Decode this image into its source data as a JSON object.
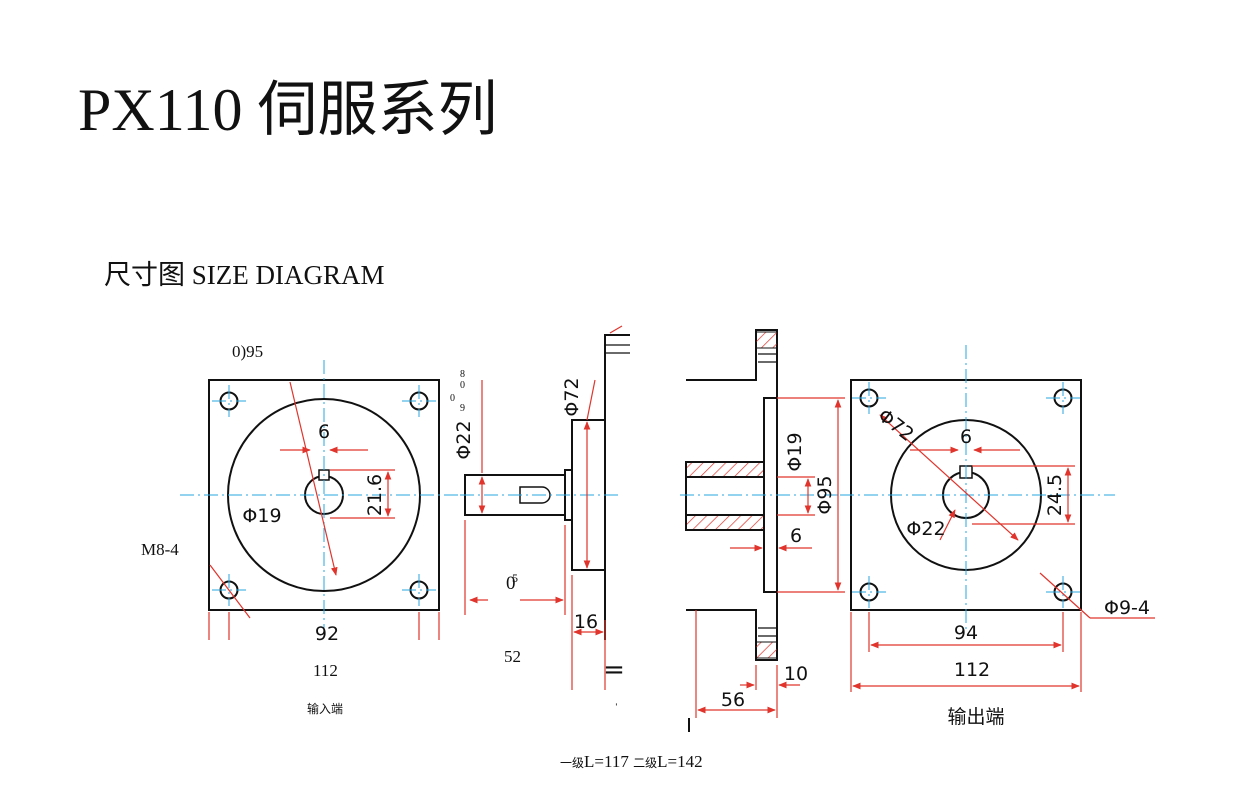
{
  "header": {
    "title": "PX110 伺服系列",
    "subtitle": "尺寸图 SIZE DIAGRAM"
  },
  "colors": {
    "line": "#111111",
    "dimension": "#e0342c",
    "centerline": "#2aa7e0"
  },
  "input_view": {
    "label_top": "0)95",
    "label_left": "M8-4",
    "label_bottom": "112",
    "caption": "输入端",
    "dims": {
      "key": "6",
      "key_height": "21.6",
      "bore": "Φ19",
      "bolt_span": "92"
    }
  },
  "shaft_view": {
    "label_bottom": "52",
    "stacked_small": [
      "8",
      "0",
      "0",
      "9"
    ],
    "stacked_over": [
      "5",
      "0"
    ],
    "dims": {
      "pilot": "Φ22",
      "flange": "Φ72",
      "length": "16"
    }
  },
  "section_view": {
    "dims": {
      "bore": "Φ19",
      "pilot": "Φ95",
      "key": "6",
      "flange": "10",
      "length": "56"
    }
  },
  "output_view": {
    "caption": "输出端",
    "dims": {
      "pcd": "Φ72",
      "key": "6",
      "key_height": "24.5",
      "bore": "Φ22",
      "holes": "Φ9-4",
      "bolt_span": "94",
      "square": "112"
    }
  },
  "footer": {
    "stage1_prefix": "一级",
    "stage1_value": "L=117",
    "stage2_prefix": "二级",
    "stage2_value": "L=142"
  }
}
